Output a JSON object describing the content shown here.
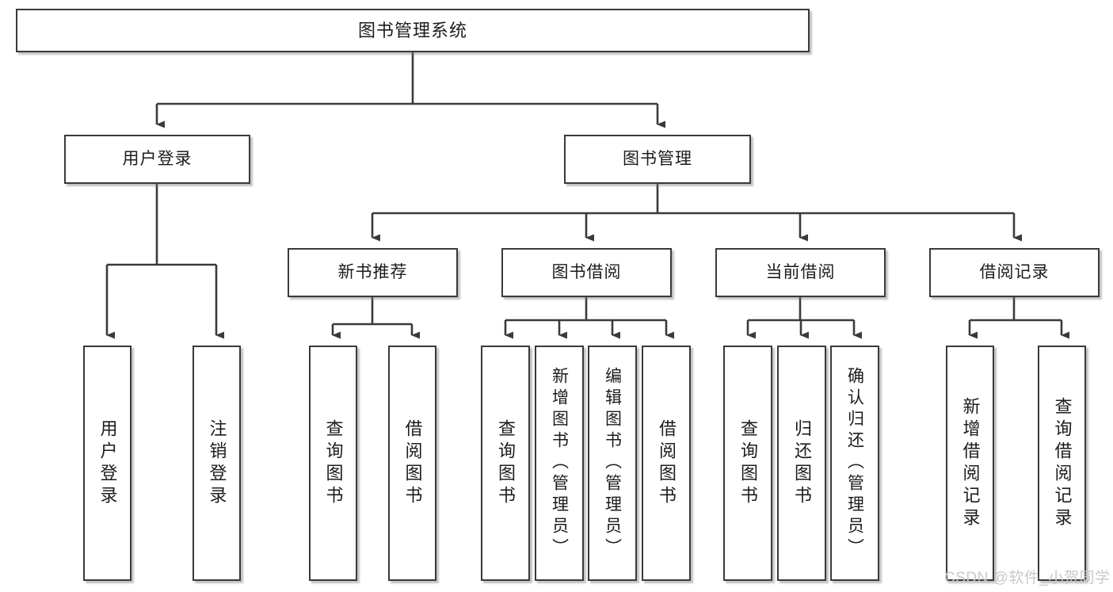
{
  "diagram": {
    "title": "图书管理系统",
    "style": {
      "box_border_color": "#3a3a3a",
      "box_fill_color": "#ffffff",
      "connector_color": "#3a3a3a",
      "text_color": "#1c1c1c",
      "watermark_color": "#c9c9c9"
    },
    "nodes": {
      "root": {
        "label": "图书管理系统"
      },
      "level1": [
        {
          "label": "用户登录"
        },
        {
          "label": "图书管理"
        }
      ],
      "level2": [
        {
          "label": "新书推荐"
        },
        {
          "label": "图书借阅"
        },
        {
          "label": "当前借阅"
        },
        {
          "label": "借阅记录"
        }
      ],
      "leaves": {
        "user_login": [
          {
            "label": "用户登录"
          },
          {
            "label": "注销登录"
          }
        ],
        "new_book_recommend": [
          {
            "label": "查询图书"
          },
          {
            "label": "借阅图书"
          }
        ],
        "book_borrow": [
          {
            "label": "查询图书"
          },
          {
            "label": "新增图书（管理员）"
          },
          {
            "label": "编辑图书（管理员）"
          },
          {
            "label": "借阅图书"
          }
        ],
        "current_borrow": [
          {
            "label": "查询图书"
          },
          {
            "label": "归还图书"
          },
          {
            "label": "确认归还（管理员）"
          }
        ],
        "borrow_record": [
          {
            "label": "新增借阅记录"
          },
          {
            "label": "查询借阅记录"
          }
        ]
      }
    },
    "watermark": {
      "text": "CSDN @软件_小贺同学"
    }
  }
}
